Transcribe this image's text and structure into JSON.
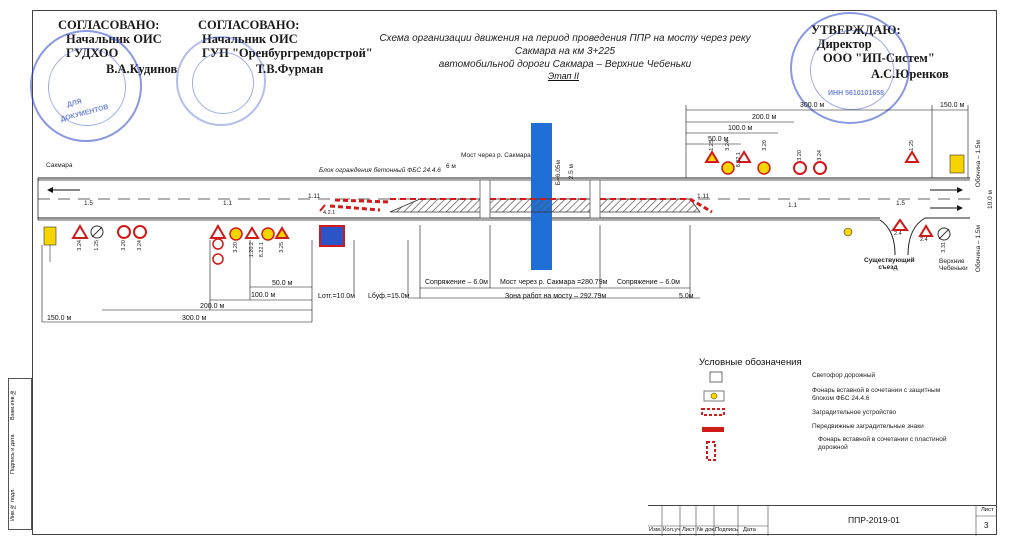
{
  "approvals": {
    "left": {
      "heading": "СОГЛАСОВАНО:",
      "position": "Начальник ОИС",
      "org": "ГУДХОО",
      "signer": "В.А.Кудинов"
    },
    "middle": {
      "heading": "СОГЛАСОВАНО:",
      "position": "Начальник ОИС",
      "org": "ГУП \"Оренбургремдорстрой\"",
      "signer": "Т.В.Фурман"
    },
    "right": {
      "heading": "УТВЕРЖДАЮ:",
      "position": "Директор",
      "org": "ООО \"ИП-Систем\"",
      "signer": "А.С.Юренков"
    }
  },
  "document": {
    "title_line1": "Схема организации движения на период проведения ППР на мосту через реку Сакмара на км 3+225",
    "title_line2": "автомобильной дороги Сакмара – Верхние Чебеньки",
    "stage": "Этап II"
  },
  "plan": {
    "direction_left": "Сакмара",
    "direction_right": "Верхние Чебеньки",
    "side_exit": "Существующий съезд",
    "barrier_label": "Блок ограждения бетонный ФБС 24.4.6",
    "bridge_label": "Мост через р. Сакмара",
    "bridge_width": "Б=6.05м",
    "width_25": "2.5 м",
    "width_6": "6 м",
    "marking_11": "1.1",
    "marking_15": "1.5",
    "marking_111": "1.11",
    "approach_left": "Сопряжение – 6.0м",
    "bridge_length": "Мост через р. Сакмара =280.79м",
    "approach_right": "Сопряжение – 6.0м",
    "work_zone": "Зона работ на мосту – 292.79м",
    "dims": {
      "d50_left": "50.0 м",
      "d100_left": "100.0 м",
      "d200_left": "200.0 м",
      "d300_left": "300.0 м",
      "d150_left": "150.0 м",
      "l_otg": "Lотг.=10.0м",
      "l_buf": "Lбуф.=15.0м",
      "d5": "5.0м",
      "d300_right": "300.0 м",
      "d200_right": "200.0 м",
      "d100_right": "100.0 м",
      "d50_right": "50.0 м",
      "d150_right": "150.0 м"
    },
    "sign_codes_left": [
      "3.24",
      "1.25",
      "3.20",
      "3.24",
      "3.20",
      "1.20.2",
      "8.22.1",
      "3.25",
      "4.2.1"
    ],
    "sign_codes_right": [
      "1.25",
      "3.24",
      "3.20",
      "8.22.1",
      "3.20",
      "3.24",
      "1.25",
      "3.31",
      "2.4",
      "2.4"
    ],
    "dist_labels": [
      "Обочина – 1.5м",
      "10.0 м",
      "Обочина – 1.5м"
    ]
  },
  "legend": {
    "title": "Условные обозначения",
    "items": [
      "Светофор дорожный",
      "Фонарь вставной в сочетании с защитным блоком ФБС 24.4.6",
      "Заградительное устройство",
      "Передвижные заградительные знаки",
      "Фонарь вставной в сочетании с пластиной дорожной"
    ]
  },
  "side_column": [
    "Инв.№ подл.",
    "Подпись и дата",
    "Взам.инв.№"
  ],
  "title_block": {
    "columns": [
      "Изм.",
      "Кол.уч",
      "Лист",
      "№ док.",
      "Подпись",
      "Дата"
    ],
    "code": "ППР-2019-01",
    "sheet_label": "Лист",
    "sheet_number": "3"
  },
  "colors": {
    "signal_yellow": "#f5d400",
    "bridge_blue": "#1f6fd6",
    "barrier_red": "#d11a1a",
    "stamp_blue": "#3c55c8"
  }
}
